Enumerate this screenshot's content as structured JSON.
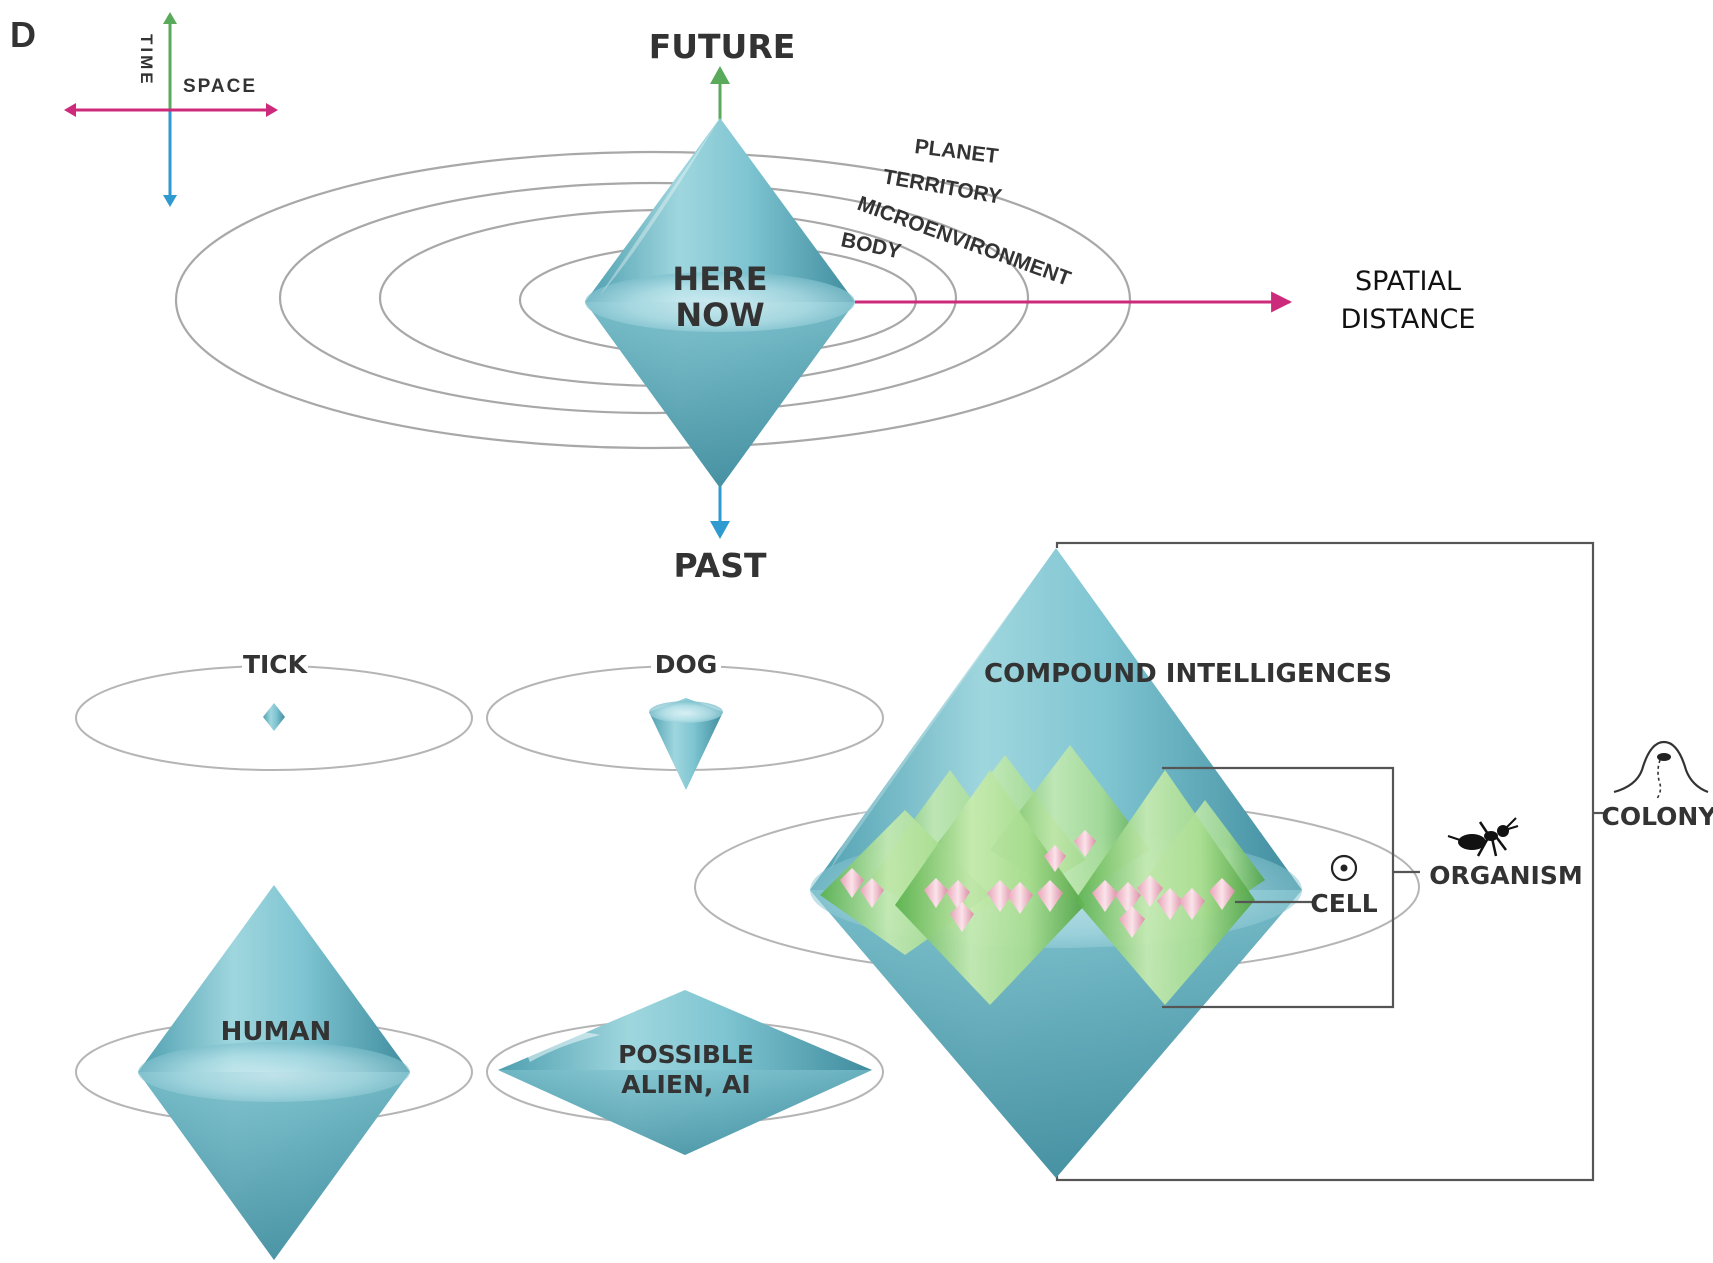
{
  "panel_letter": "D",
  "legend": {
    "time": "TIME",
    "space": "SPACE"
  },
  "axis": {
    "future": "FUTURE",
    "past": "PAST"
  },
  "center": {
    "line1": "HERE",
    "line2": "NOW"
  },
  "rings": [
    "PLANET",
    "TERRITORY",
    "MICROENVIRONMENT",
    "BODY"
  ],
  "spatial": {
    "line1": "SPATIAL",
    "line2": "DISTANCE"
  },
  "beings": {
    "tick": "TICK",
    "dog": "DOG",
    "human": "HUMAN",
    "alien_line1": "POSSIBLE",
    "alien_line2": "ALIEN, AI"
  },
  "compound": {
    "title": "COMPOUND INTELLIGENCES",
    "cell": "CELL",
    "organism": "ORGANISM",
    "colony": "COLONY"
  },
  "colors": {
    "time_future": "#5aaa5c",
    "time_past": "#2e9ad0",
    "space": "#cc2a7a",
    "diamond": "#5fb3c2",
    "green_cone": "#8fd07a",
    "pink_cone": "#f0b8c8"
  }
}
